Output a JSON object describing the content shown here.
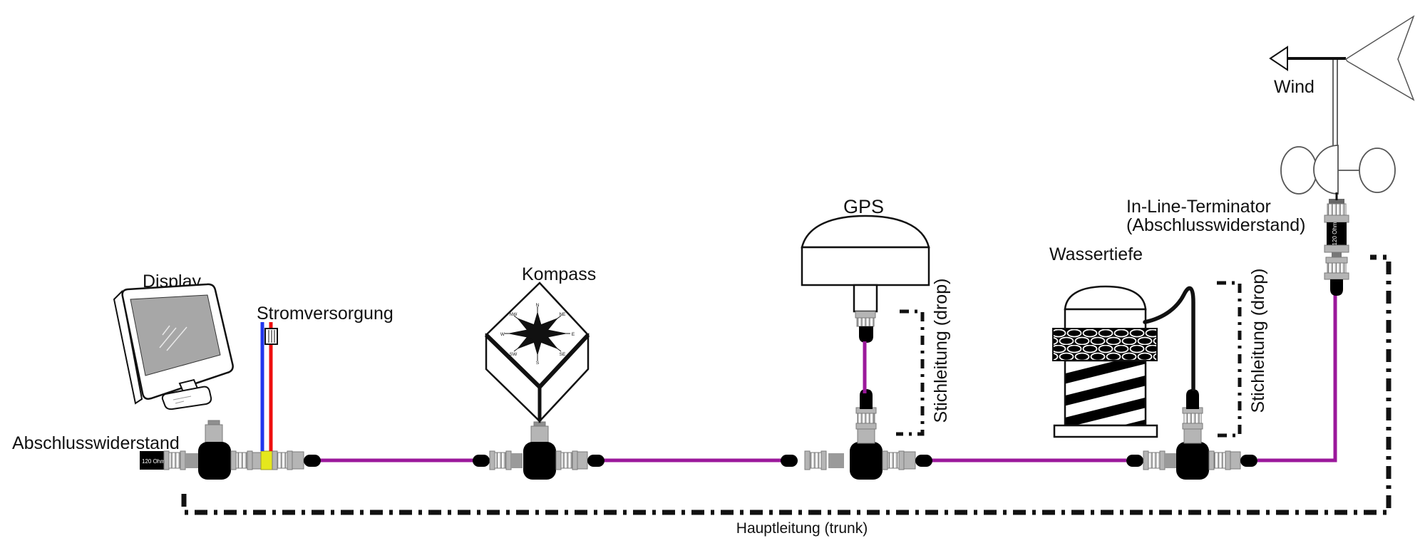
{
  "colors": {
    "trunk_cable": "#9b189b",
    "power_blue": "#2136ee",
    "power_red": "#ee0f0f",
    "power_tap_yellow": "#e5e71d",
    "connector_gray": "#b5b5b5",
    "device_black": "#000000",
    "screen_gray": "#a7a7a7"
  },
  "labels": {
    "display": "Display",
    "left_terminator": "Abschlusswiderstand",
    "left_terminator_value": "120 Ohm",
    "power_supply": "Stromversorgung",
    "compass": "Kompass",
    "gps": "GPS",
    "depth": "Wassertiefe",
    "wind": "Wind",
    "inline_terminator_line1": "In-Line-Terminator",
    "inline_terminator_line2": "(Abschlusswiderstand)",
    "inline_terminator_value": "120 Ohm",
    "drop_gps": "Stichleitung (drop)",
    "drop_depth": "Stichleitung (drop)",
    "trunk": "Hauptleitung (trunk)"
  },
  "compass_rose": {
    "points": [
      "N",
      "NE",
      "E",
      "SE",
      "S",
      "SW",
      "W",
      "NW"
    ]
  }
}
